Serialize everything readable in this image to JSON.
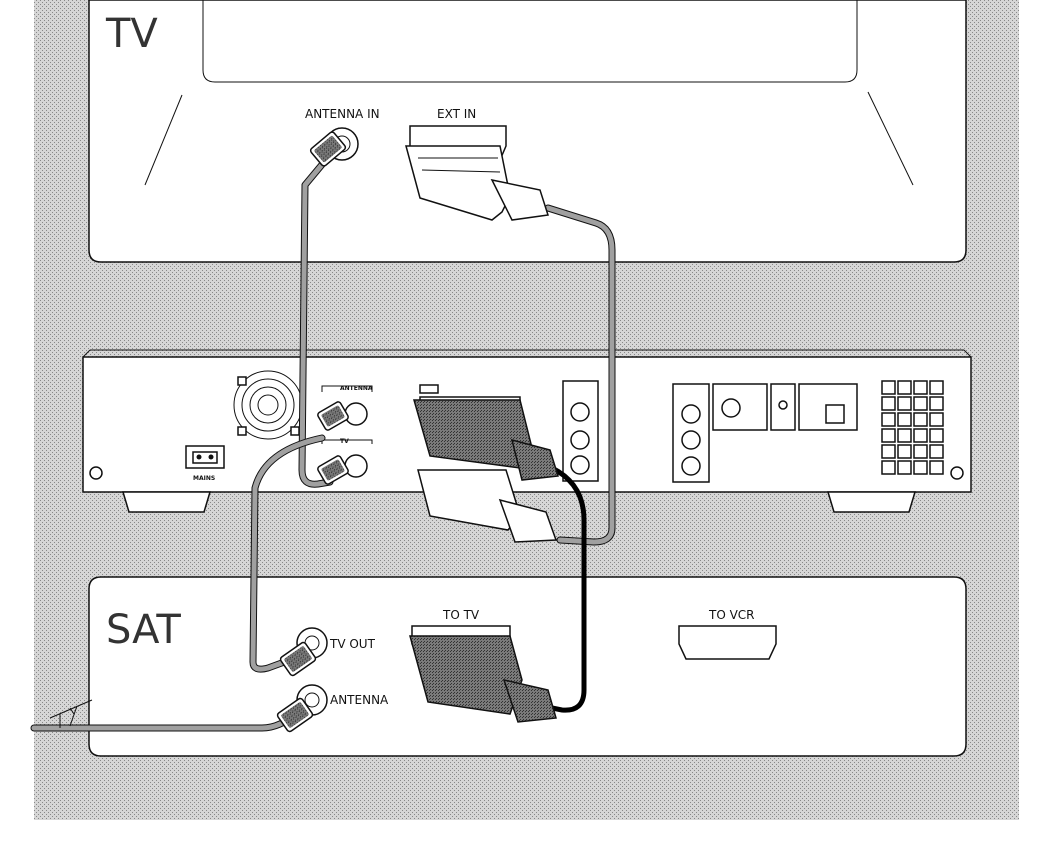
{
  "tv": {
    "title": "TV",
    "antenna_in": "ANTENNA IN",
    "ext_in": "EXT IN"
  },
  "recorder": {
    "mains": "MAINS",
    "antenna": "ANTENNA",
    "tv": "TV"
  },
  "sat": {
    "title": "SAT",
    "tv_out": "TV OUT",
    "antenna": "ANTENNA",
    "to_tv": "TO TV",
    "to_vcr": "TO VCR"
  },
  "colors": {
    "background_pattern": "#c9c9c9",
    "cable_fill": "#9a9a9a",
    "plug_dark": "#6a6a6a",
    "scart_cable_black": "#000000"
  }
}
